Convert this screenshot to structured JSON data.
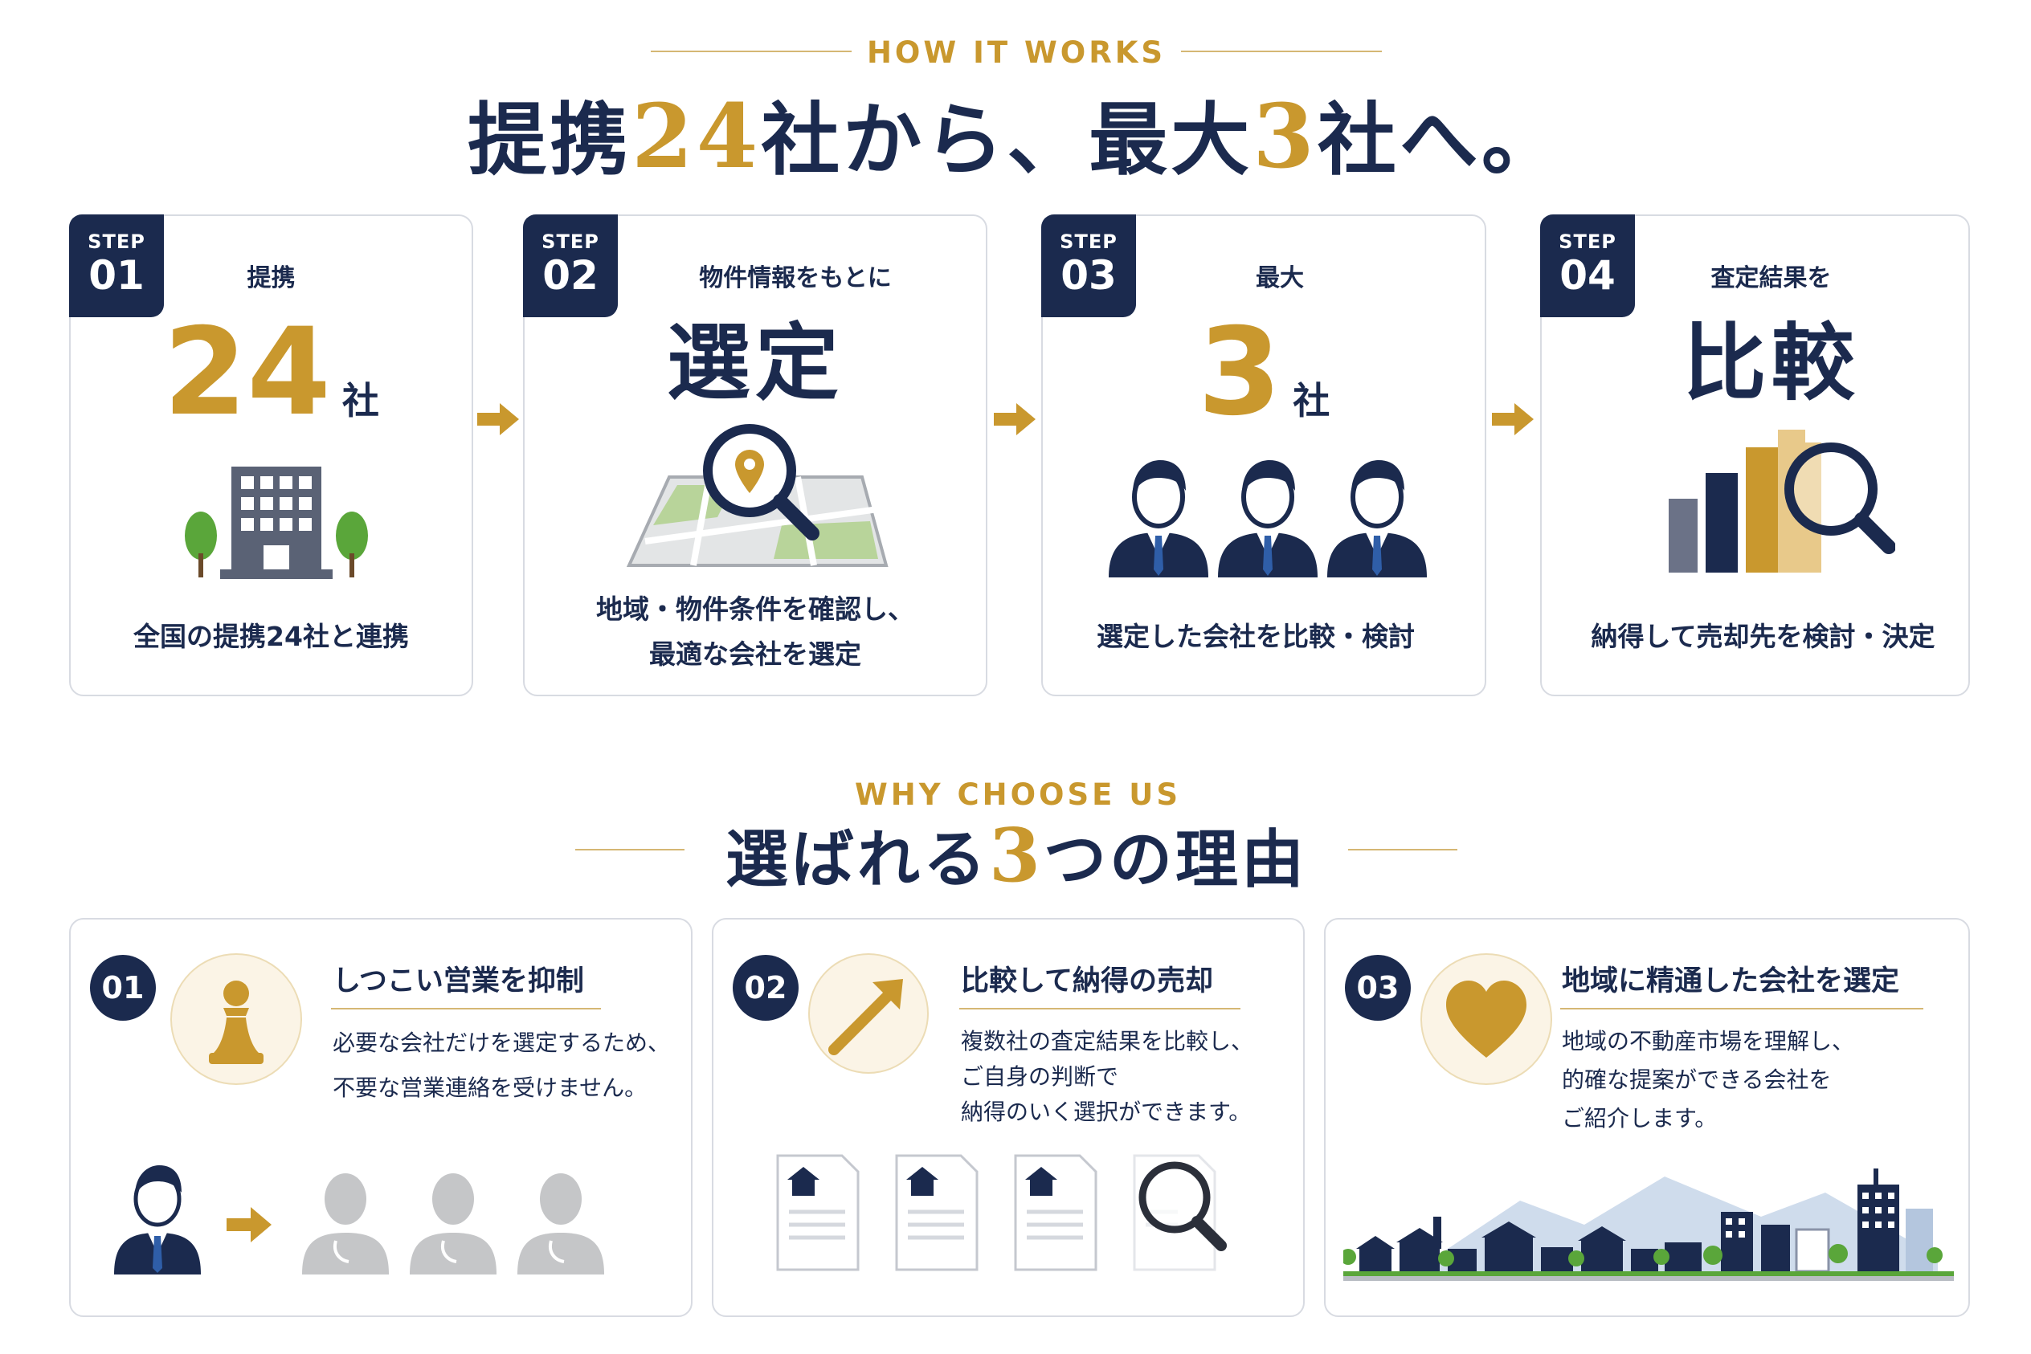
{
  "how": {
    "eyebrow": "HOW IT WORKS",
    "headline_a": "提携",
    "headline_num1": "24",
    "headline_b": "社から、最大",
    "headline_num2": "3",
    "headline_c": "社へ。"
  },
  "steps": [
    {
      "step_label": "STEP",
      "step_num": "01",
      "top": "提携",
      "big": "24",
      "unit": "社",
      "desc1": "全国の提携24社と連携",
      "icon": "office-building-icon"
    },
    {
      "step_label": "STEP",
      "step_num": "02",
      "top": "物件情報をもとに",
      "big": "選定",
      "desc1": "地域・物件条件を確認し、",
      "desc2": "最適な会社を選定",
      "icon": "map-search-icon"
    },
    {
      "step_label": "STEP",
      "step_num": "03",
      "top": "最大",
      "big": "3",
      "unit": "社",
      "desc1": "選定した会社を比較・検討",
      "icon": "businessmen-icon"
    },
    {
      "step_label": "STEP",
      "step_num": "04",
      "top": "査定結果を",
      "big": "比較",
      "desc1": "納得して売却先を検討・決定",
      "icon": "chart-search-icon"
    }
  ],
  "why": {
    "eyebrow": "WHY CHOOSE US",
    "headline_a": "選ばれる",
    "headline_num": "3",
    "headline_b": "つの理由"
  },
  "reasons": [
    {
      "num": "01",
      "title": "しつこい営業を抑制",
      "lines": [
        "必要な会社だけを選定するため、",
        "不要な営業連絡を受けません。"
      ],
      "icon": "chess-pawn-icon"
    },
    {
      "num": "02",
      "title": "比較して納得の売却",
      "lines": [
        "複数社の査定結果を比較し、",
        "ご自身の判断で",
        "納得のいく選択ができます。"
      ],
      "icon": "arrow-up-right-icon"
    },
    {
      "num": "03",
      "title": "地域に精通した会社を選定",
      "lines": [
        "地域の不動産市場を理解し、",
        "的確な提案ができる会社を",
        "ご紹介します。"
      ],
      "icon": "heart-icon"
    }
  ],
  "colors": {
    "navy": "#1b2a4e",
    "gold": "#c9982e",
    "border": "#d8dbe2"
  }
}
